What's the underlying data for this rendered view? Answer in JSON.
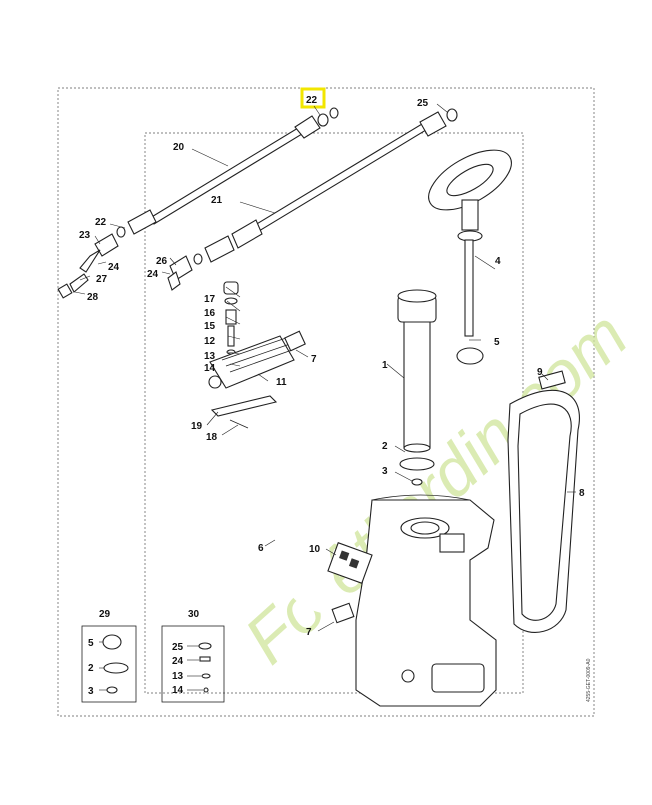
{
  "diagram": {
    "highlight_color": "#f2e600",
    "watermark": {
      "text": "Forêt'jardin.com",
      "colors": [
        "#cfe59a",
        "#f4b98a",
        "#c7b5a3"
      ]
    },
    "doc_code": "4255-GET-0009-A0",
    "callouts": {
      "c22a": "22",
      "c25a": "25",
      "c20": "20",
      "c21": "21",
      "c22b": "22",
      "c23": "23",
      "c24a": "24",
      "c27": "27",
      "c28": "28",
      "c24b": "24",
      "c26": "26",
      "c17": "17",
      "c16": "16",
      "c15": "15",
      "c12": "12",
      "c13": "13",
      "c14": "14",
      "c7a": "7",
      "c11": "11",
      "c19": "19",
      "c18": "18",
      "c4": "4",
      "c5a": "5",
      "c1": "1",
      "c2a": "2",
      "c3a": "3",
      "c9": "9",
      "c8": "8",
      "c10": "10",
      "c6": "6",
      "c7b": "7"
    },
    "kit29": {
      "title": "29",
      "items": [
        "5",
        "2",
        "3"
      ]
    },
    "kit30": {
      "title": "30",
      "items": [
        "25",
        "24",
        "13",
        "14"
      ]
    }
  }
}
